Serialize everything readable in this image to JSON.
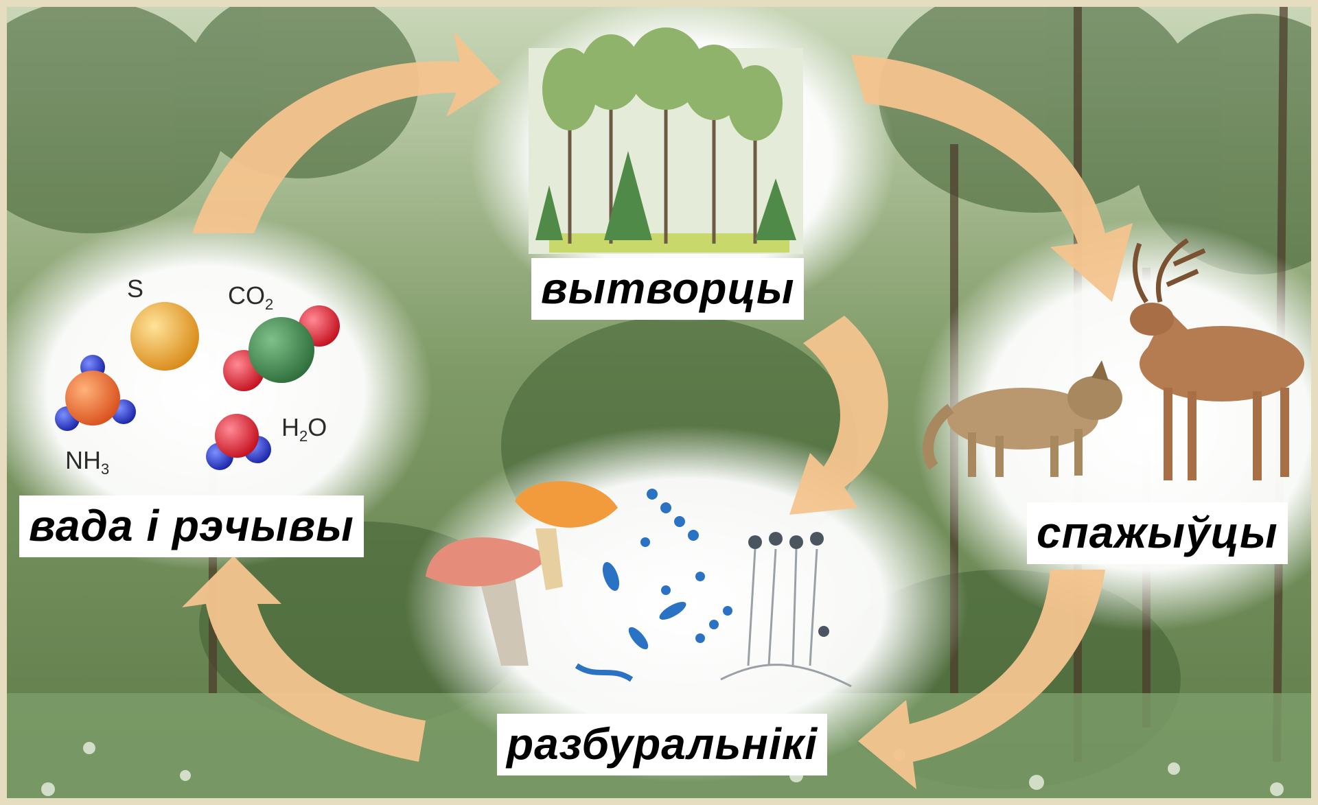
{
  "diagram": {
    "nodes": {
      "producers": "вытворцы",
      "consumers": "спажыўцы",
      "decomposers": "разбуральнікі",
      "abiotic": "вада і рэчывы"
    },
    "formulas": {
      "sulfur": "S",
      "carbon_dioxide": {
        "base": "CO",
        "sub": "2"
      },
      "ammonia": {
        "base": "NH",
        "sub": "3"
      },
      "water": {
        "base": "H",
        "sub": "2",
        "tail": "O"
      }
    },
    "edges": [
      {
        "from": "abiotic",
        "to": "producers"
      },
      {
        "from": "producers",
        "to": "consumers"
      },
      {
        "from": "producers",
        "to": "decomposers"
      },
      {
        "from": "consumers",
        "to": "decomposers"
      },
      {
        "from": "decomposers",
        "to": "abiotic"
      }
    ]
  },
  "colors": {
    "arrow": "#f4c48e",
    "background_forest": "#6f8f5a",
    "cloud": "#ffffff",
    "label_bg": "#ffffff",
    "frame": "#e6dcc0"
  },
  "icons": [
    "forest-illustration",
    "deer-icon",
    "wolf-icon",
    "mushroom-icon",
    "bacteria-icon",
    "mold-icon",
    "molecule-icon"
  ]
}
